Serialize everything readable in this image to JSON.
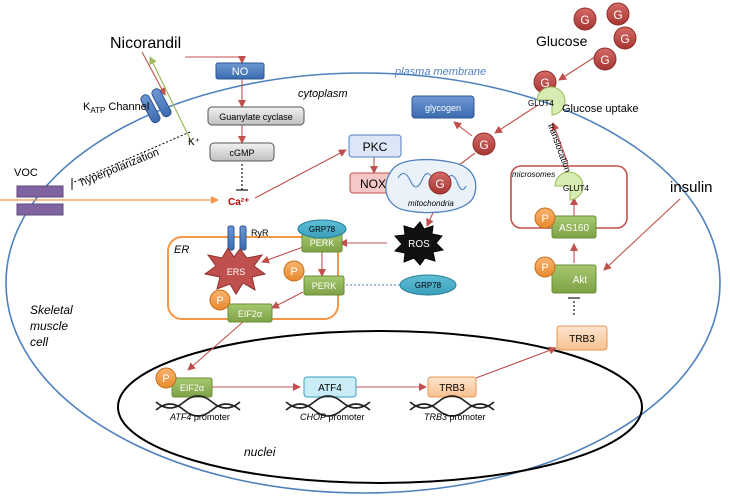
{
  "labels": {
    "nicorandil": "Nicorandil",
    "katp_main": "K",
    "katp_sub": "ATP",
    "katp_rest": " Channel",
    "kplus": "K⁺",
    "hyperpolarization": "hyperpolarization",
    "voc": "VOC",
    "no": "NO",
    "guanylate_cyclase": "Guanylate cyclase",
    "cgmp": "cGMP",
    "calcium": "Ca²⁺",
    "ryr": "RyR",
    "plasma_membrane": "plasma membrane",
    "cytoplasm": "cytoplasm",
    "glucose": "Glucose",
    "glucose_g": "G",
    "glut4": "GLUT4",
    "glucose_uptake": "Glucose uptake",
    "glycogen": "glycogen",
    "translocation": "translocation",
    "microsomes": "microsomes",
    "insulin": "insulin",
    "as160": "AS160",
    "akt": "Akt",
    "trb3": "TRB3",
    "pkc": "PKC",
    "nox": "NOX",
    "mitochondria": "mitochondria",
    "ros": "ROS",
    "grp78": "GRP78",
    "perk": "PERK",
    "er": "ER",
    "ers": "ERS",
    "eif2a": "EIF2α",
    "p": "P",
    "cell_line1": "Skeletal",
    "cell_line2": "muscle",
    "cell_line3": "cell",
    "atf4": "ATF4",
    "atf4_promoter_gene": "ATF4",
    "chop_promoter_gene": "CHOP",
    "trb3_promoter_gene": "TRB3",
    "promoter": " promoter",
    "nuclei": "nuclei"
  },
  "colors": {
    "arrow": "#c0504d",
    "membrane": "#4f81bd",
    "green_box": "#8db255",
    "p_circle": "#f79646",
    "glucose_ball": "#c0504d"
  }
}
